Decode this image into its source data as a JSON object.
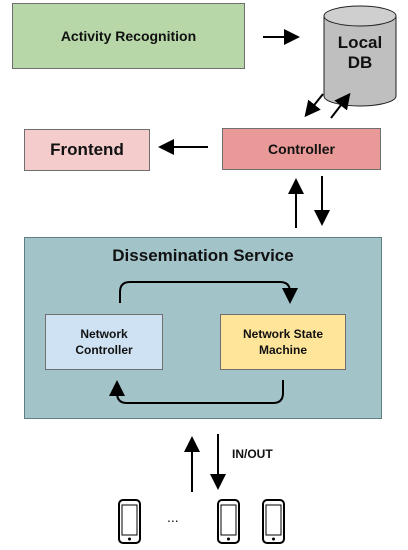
{
  "nodes": {
    "activity_recognition": "Activity Recognition",
    "local_db": "Local\nDB",
    "frontend": "Frontend",
    "controller": "Controller",
    "dissemination_service": "Dissemination Service",
    "network_controller": "Network\nController",
    "network_state_machine": "Network State\nMachine"
  },
  "edge_labels": {
    "in_out": "IN/OUT"
  },
  "devices": {
    "ellipsis": "..."
  },
  "icons": [
    "database-cylinder-icon",
    "smartphone-icon"
  ],
  "colors": {
    "activity_recognition": "#b7d7a8",
    "frontend": "#f4cccc",
    "controller": "#ea9999",
    "dissemination_service": "#a2c4c9",
    "network_controller": "#cfe2f3",
    "network_state_machine": "#ffe599",
    "local_db": "#bfbfbf"
  }
}
